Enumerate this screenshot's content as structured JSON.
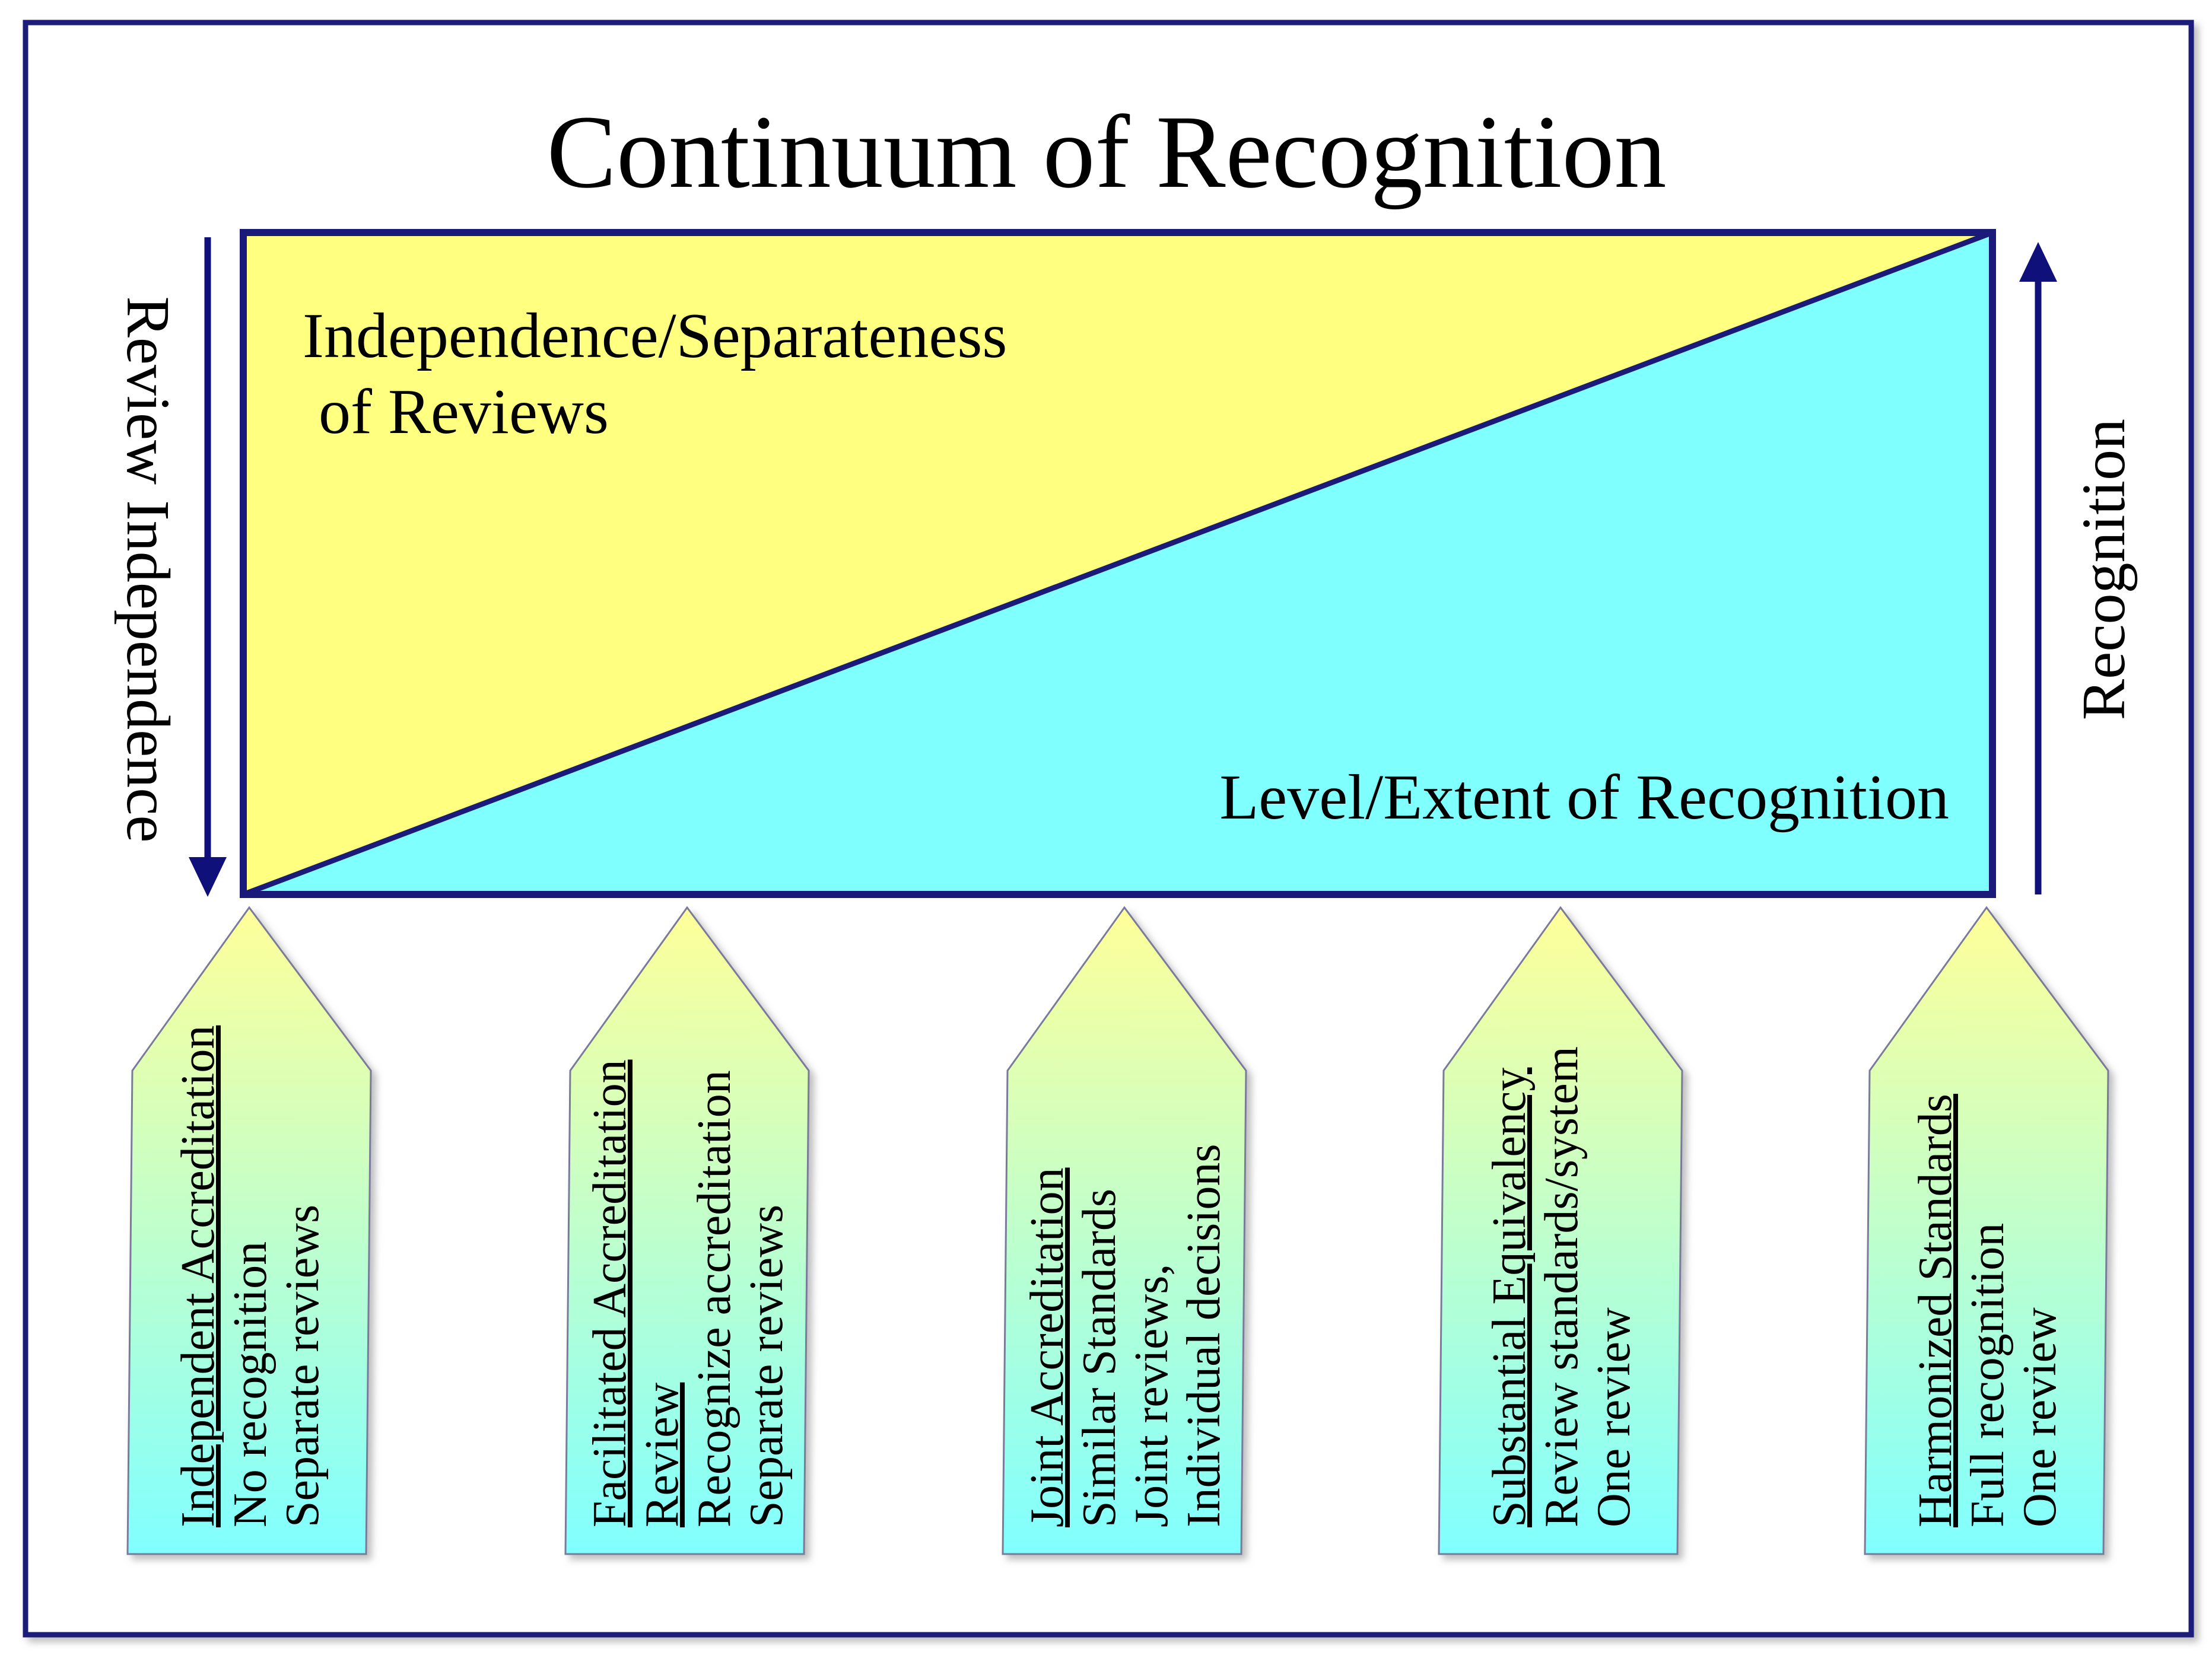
{
  "title": "Continuum of Recognition",
  "left_axis_label": "Review Independence",
  "right_axis_label": "Recognition",
  "upper_region_label": [
    "Independence/Separateness",
    " of Reviews"
  ],
  "lower_region_label": "Level/Extent of Recognition",
  "stages": [
    {
      "heading": [
        "Independent Accreditation"
      ],
      "lines": [
        "No recognition",
        "Separate reviews"
      ]
    },
    {
      "heading": [
        "Facilitated Accreditation",
        "Review"
      ],
      "lines": [
        "Recognize accreditation",
        "Separate reviews"
      ]
    },
    {
      "heading": [
        "Joint Accreditation"
      ],
      "lines": [
        "Similar Standards",
        "Joint reviews,",
        "Individual decisions"
      ]
    },
    {
      "heading": [
        "Substantial Equivalency"
      ],
      "lines": [
        "Review standards/system",
        "One review"
      ]
    },
    {
      "heading": [
        "Harmonized Standards"
      ],
      "lines": [
        "Full recognition",
        "One review"
      ]
    }
  ],
  "colors": {
    "frame": "#1a1a7a",
    "upper_region": "#ffff80",
    "lower_region": "#80ffff",
    "arrow": "#10107a",
    "pentagon_top": "#ffff99",
    "pentagon_bottom": "#80ffff"
  }
}
